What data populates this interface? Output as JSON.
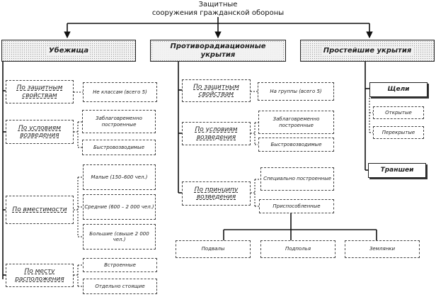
{
  "title": {
    "line1": "Защитные",
    "line2": "сооружения гражданской обороны"
  },
  "columns": {
    "shelters": {
      "label": "Убежища",
      "by_protection": {
        "label": "По защитным свойствам",
        "items": [
          "Не классам (всего 5)"
        ]
      },
      "by_construction": {
        "label": "По условиям возведения",
        "items": [
          "Заблаговременно построенные",
          "Быстровозводимые"
        ]
      },
      "by_capacity": {
        "label": "По вместимости",
        "items": [
          "Малые (150–600 чел.)",
          "Средние (600 – 2 000 чел.)",
          "Большие (свыше 2 000 чел.)"
        ]
      },
      "by_location": {
        "label": "По месту расположения",
        "items": [
          "Встроенные",
          "Отдельно стоящие"
        ]
      }
    },
    "anti_radiation": {
      "label": "Противорадиационные укрытия",
      "by_protection": {
        "label": "По защитным свойствам",
        "items": [
          "На группы (всего 5)"
        ]
      },
      "by_construction": {
        "label": "По условиям возведения",
        "items": [
          "Заблаговременно построенные",
          "Быстровозводимые"
        ]
      },
      "by_construction_principle": {
        "label": "По принципу возведения",
        "items": [
          "Специально построенные",
          "Приспособленные"
        ]
      },
      "adapted_types": [
        "Подвалы",
        "Подполья",
        "Землянки"
      ]
    },
    "simple": {
      "label": "Простейшие укрытия",
      "slits": {
        "label": "Щели",
        "items": [
          "Открытые",
          "Перекрытые"
        ]
      },
      "trenches": {
        "label": "Траншеи"
      }
    }
  }
}
